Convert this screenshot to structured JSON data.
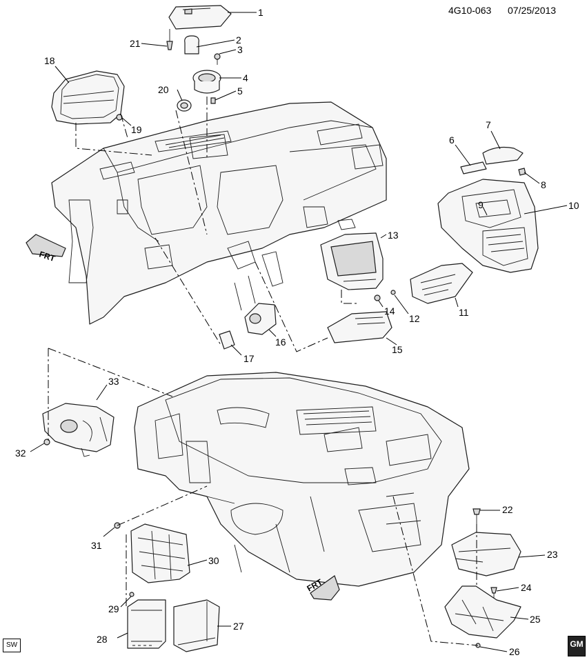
{
  "header": {
    "code": "4G10-063",
    "date": "07/25/2013"
  },
  "footer": {
    "sw_label": "SW",
    "brand": "GM"
  },
  "direction_arrows": {
    "front_label": "FRT"
  },
  "callouts": [
    "1",
    "2",
    "3",
    "4",
    "5",
    "6",
    "7",
    "8",
    "9",
    "10",
    "11",
    "12",
    "13",
    "14",
    "15",
    "16",
    "17",
    "18",
    "19",
    "20",
    "21",
    "22",
    "23",
    "24",
    "25",
    "26",
    "27",
    "28",
    "29",
    "30",
    "31",
    "32",
    "33"
  ]
}
